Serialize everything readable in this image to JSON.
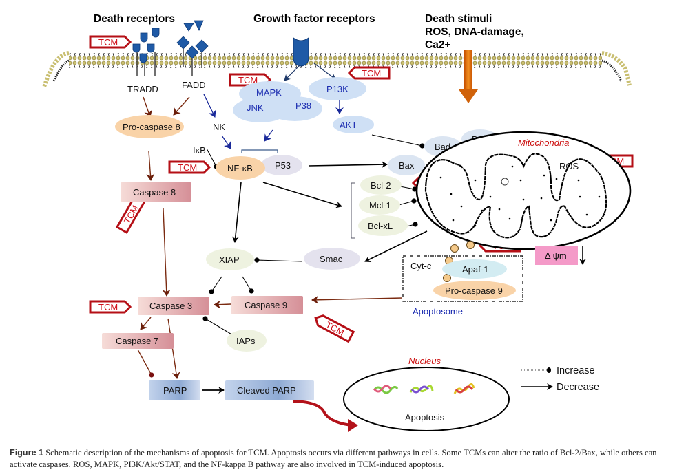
{
  "headers": {
    "death_receptors": "Death receptors",
    "growth_factor_receptors": "Growth factor receptors",
    "death_stimuli_1": "Death stimuli",
    "death_stimuli_2": "ROS, DNA-damage,",
    "death_stimuli_3": "Ca2+"
  },
  "tcm_label": "TCM",
  "nodes": {
    "tradd": "TRADD",
    "fadd": "FADD",
    "nk": "NK",
    "ikb": "IκB",
    "pro_caspase_8": "Pro-caspase 8",
    "caspase_8": "Caspase 8",
    "nfkb": "NF-κB",
    "p53": "P53",
    "mapk": "MAPK",
    "jnk": "JNK",
    "p38": "P38",
    "pi3k": "P13K",
    "akt": "AKT",
    "bad": "Bad",
    "bak": "Bak",
    "bax": "Bax",
    "bcl2": "Bcl-2",
    "mcl1": "Mcl-1",
    "bclxl": "Bcl-xL",
    "mitochondria": "Mitochondria",
    "ros": "ROS",
    "delta_psi": "Δ ψm",
    "cytc": "Cyt-c",
    "apaf1": "Apaf-1",
    "pro_caspase_9": "Pro-caspase 9",
    "apoptosome": "Apoptosome",
    "xiap": "XIAP",
    "smac": "Smac",
    "caspase_3": "Caspase 3",
    "caspase_9": "Caspase 9",
    "caspase_7": "Caspase 7",
    "iaps": "IAPs",
    "parp": "PARP",
    "cleaved_parp": "Cleaved PARP",
    "nucleus": "Nucleus",
    "apoptosis": "Apoptosis"
  },
  "legend": {
    "increase": "Increase",
    "decrease": "Decrease"
  },
  "caption": {
    "figure_label": "Figure 1",
    "text": "Schematic description of the mechanisms of apoptosis for TCM. Apoptosis occurs via different pathways in cells. Some TCMs can alter the ratio of Bcl-2/Bax, while others can activate caspases. ROS, MAPK, PI3K/Akt/STAT, and the NF-kappa B pathway are also involved in TCM-induced apoptosis."
  },
  "colors": {
    "tcm_red": "#b50f16",
    "receptor_blue": "#1f5aa6",
    "kinase_blue": "#cfe0f5",
    "peach": "#f9d3a8",
    "caspase_pink": "#d99aa0",
    "green_oval": "#eef2e0",
    "arrow_brown": "#7a2a10",
    "delta_pink": "#f49ac8"
  }
}
